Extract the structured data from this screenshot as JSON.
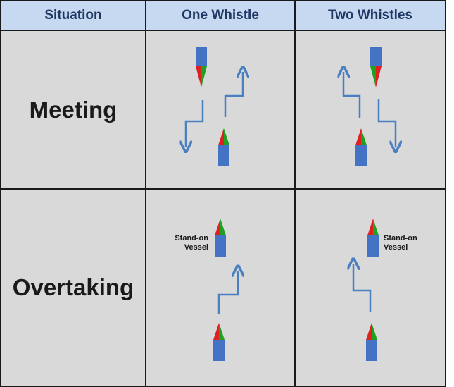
{
  "table": {
    "headers": {
      "situation": "Situation",
      "one_whistle": "One Whistle",
      "two_whistles": "Two Whistles"
    },
    "rows": {
      "meeting": "Meeting",
      "overtaking": "Overtaking"
    },
    "labels": {
      "stand_on_one": "Stand-on\nVessel",
      "stand_on_two": "Stand-on\nVessel"
    }
  },
  "colors": {
    "header_bg": "#c6d9f1",
    "header_text": "#1f3864",
    "cell_bg": "#d9d9d9",
    "vessel": "#4472c4",
    "arrow": "#4a7fc1",
    "port_light": "#e02020",
    "starboard_light": "#20a020"
  }
}
